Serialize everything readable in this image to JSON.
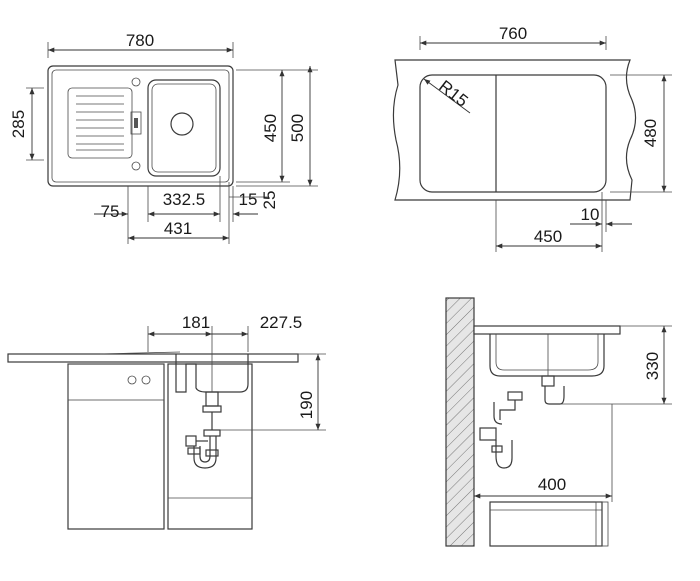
{
  "top_left": {
    "width": "780",
    "height_left": "285",
    "height_inner": "450",
    "height_outer": "500",
    "offset_75": "75",
    "offset_332": "332.5",
    "offset_15": "15",
    "offset_25": "25",
    "offset_431": "431"
  },
  "top_right": {
    "width": "760",
    "radius": "R15",
    "height": "480",
    "offset_10": "10",
    "offset_450": "450"
  },
  "bottom_left": {
    "dim_181": "181",
    "dim_227": "227.5",
    "dim_190": "190"
  },
  "bottom_right": {
    "dim_330": "330",
    "dim_400": "400"
  },
  "colors": {
    "line": "#3a3a3a",
    "hatch": "#d9d9d9"
  }
}
